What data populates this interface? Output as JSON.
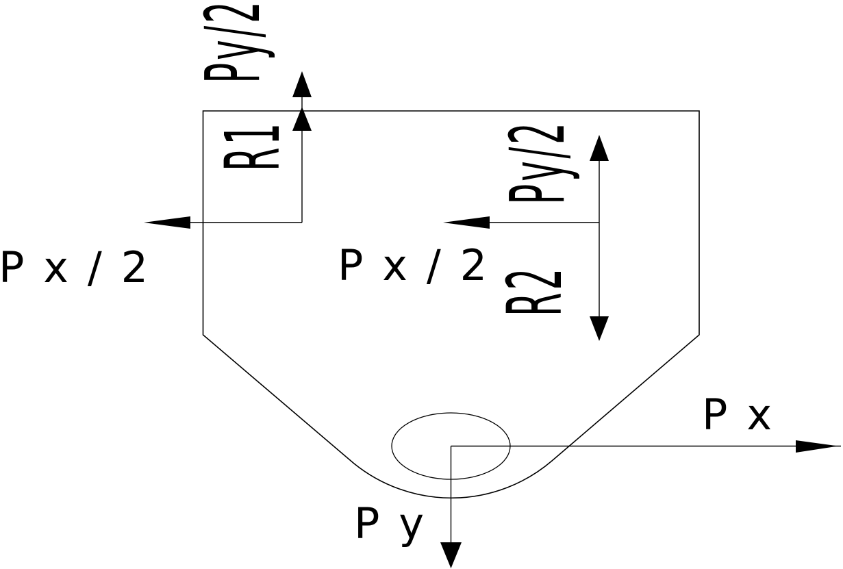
{
  "page": {
    "background": "#ffffff",
    "ink": "#000000"
  },
  "figure": {
    "type": "free-body-diagram",
    "description": "Plate bracket with elliptical hole; loads Px and Py applied at hole center, half loads and reactions at two supports",
    "labels": [
      {
        "id": "py2-top",
        "text": "Py/2",
        "orientation": "vertical",
        "arrow": "up"
      },
      {
        "id": "r1",
        "text": "R1",
        "orientation": "vertical",
        "arrow": "up"
      },
      {
        "id": "px2-left",
        "text": "Px/2",
        "orientation": "horizontal",
        "arrow": "left"
      },
      {
        "id": "px2-mid",
        "text": "Px/2",
        "orientation": "horizontal",
        "arrow": "left"
      },
      {
        "id": "py2-right",
        "text": "Py/2",
        "orientation": "vertical",
        "arrow": "up"
      },
      {
        "id": "r2",
        "text": "R2",
        "orientation": "vertical",
        "arrow": "down"
      },
      {
        "id": "px",
        "text": "Px",
        "orientation": "horizontal",
        "arrow": "right"
      },
      {
        "id": "py",
        "text": "Py",
        "orientation": "horizontal",
        "arrow": "down"
      }
    ]
  }
}
